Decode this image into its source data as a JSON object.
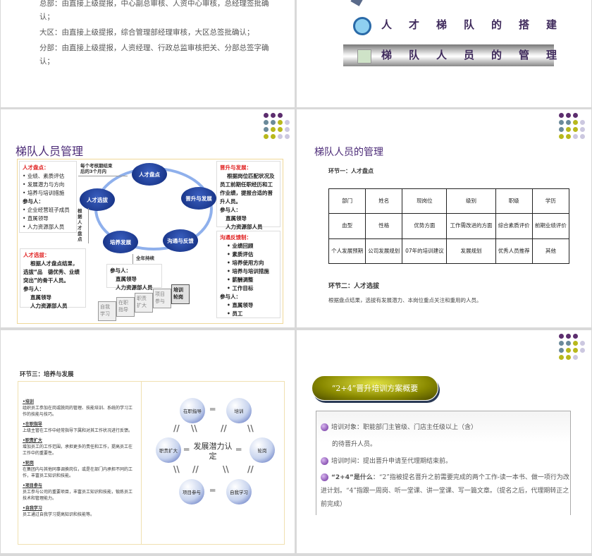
{
  "slide1": {
    "lines": [
      "总部：由直接上级提报，中心副总审核、人资中心审核，总经理签批确认；",
      "大区：由直接上级提报，综合管理部经理审核，大区总签批确认；",
      "分部：由直接上级提报，人资经理、行政总监审核把关、分部总签字确认；"
    ]
  },
  "slide2": {
    "item1": "人才梯队的搭建",
    "item2": "梯队人员的管理"
  },
  "slide3": {
    "title": "梯队人员管理",
    "nodes": [
      "人才盘点",
      "晋升与发展",
      "沟通与反馈",
      "培养发展",
      "人才选拔"
    ],
    "arrow_top": "每个考核期结束后的3个月内",
    "arrow_left": "根据人才盘点",
    "arrow_bottom": "全年持续",
    "box_inventory": {
      "title": "人才盘点：",
      "items": [
        "业绩、素质评估",
        "发展潜力与方向",
        "培养与培训措施"
      ],
      "participants_label": "参与人：",
      "participants": [
        "企业经营班子成员",
        "直属领导",
        "人力资源部人员"
      ]
    },
    "box_selection": {
      "title": "人才选拔：",
      "text": "根据人才盘点结果，选拔“品　德优秀、业绩突出”的骨干人员。",
      "participants_label": "参与人：",
      "participants": [
        "直属领导",
        "人力资源部人员"
      ]
    },
    "box_promotion": {
      "title": "晋升与发展：",
      "text": "根据岗位匹配状况及员工前期任职经历和工作业绩，提报合适的晋升人员。",
      "participants_label": "参与人：",
      "participants": [
        "直属领导",
        "人力资源部人员"
      ]
    },
    "box_feedback": {
      "title": "沟通反馈制：",
      "items": [
        "业绩回顾",
        "素质评估",
        "培养使用方向",
        "培养与培训措施",
        "薪酬调整",
        "工作目标"
      ],
      "participants_label": "参与人：",
      "participants": [
        "直属领导",
        "员工"
      ]
    },
    "box_middle": {
      "participants_label": "参与人：",
      "participants": [
        "直属领导",
        "人力资源部人员"
      ]
    },
    "cards": [
      "自我学习",
      "在职指导",
      "职责扩大",
      "项目参与",
      "培训轮岗"
    ]
  },
  "slide4": {
    "title": "梯队人员的管理",
    "section1": "环节一：人才盘点",
    "table": [
      [
        "部门",
        "姓名",
        "现岗位",
        "级别",
        "职级",
        "学历"
      ],
      [
        "血型",
        "性格",
        "优势方面",
        "工作需改进的方面",
        "综合素质评价",
        "前期业绩评价"
      ],
      [
        "个人发展预期",
        "公司发展规划",
        "07年的培训建议",
        "发展规划",
        "优秀人员推荐",
        "其他"
      ]
    ],
    "section2": "环节二：人才选拔",
    "section2_text": "根据盘点结果，选拔有发展潜力、本岗位重点关注和重用的人员。"
  },
  "slide5": {
    "title": "环节三：培养与发展",
    "items": [
      {
        "h": "•培训",
        "t": "组织员工参加在岗或脱岗的管理、技能培训、系统的学习工作的技能与技巧。"
      },
      {
        "h": "•在职指导",
        "t": "上级主管在工作中经常指导下属和对其工作状况进行反馈。"
      },
      {
        "h": "•职责扩大",
        "t": "增加员工的工作范围，承担更多的责任和工作，提高员工在工作中的重要性。"
      },
      {
        "h": "•轮岗",
        "t": "在集团内与其他同事调换岗位，或是在部门内承担不同的工作，丰富员工知识和技能。"
      },
      {
        "h": "•项目参与",
        "t": "员工参与公司的重要项目，丰富员工知识和技能，锻炼员工技术和管理能力。"
      },
      {
        "h": "•自我学习",
        "t": "员工通过自我学习提高知识和技能等。"
      }
    ],
    "center": "发展潜力认定",
    "nodes": [
      "在职指导",
      "培训",
      "职责扩大",
      "轮岗",
      "项目参与",
      "自我学习"
    ]
  },
  "slide6": {
    "banner": "“2+4”晋升培训方案概要",
    "target_label": "培训对象",
    "target": "：职能部门主管级、门店主任级以上（含）",
    "target2": "的待晋升人员。",
    "time_label": "培训时间",
    "time": "：提出晋升申请至代理期结束前。",
    "what_label": "“2+4”是什么",
    "what": "：“2”指被提名晋升之前需要完成的两个工作-读一本书、做一项行为改进计划。“4”指跟一周岗、听一堂课、讲一堂课、写一篇文章。（提名之后，代理期转正之前完成）"
  },
  "colors": {
    "title_purple": "#4b2a77",
    "node_blue": "#1a3a9a",
    "accent_red": "#e02020",
    "banner_olive": "#8a8a00"
  }
}
